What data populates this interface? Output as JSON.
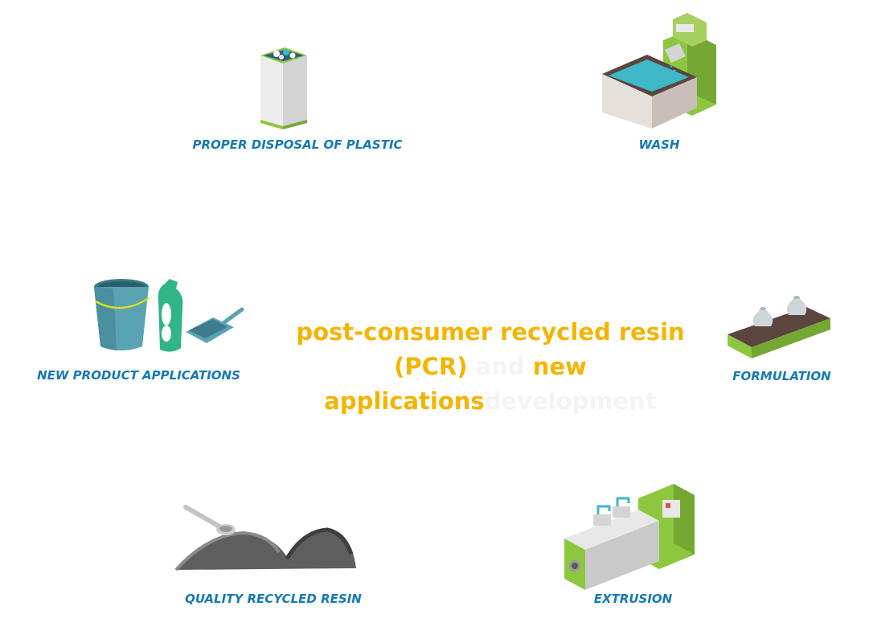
{
  "colors": {
    "label": "#1479b8",
    "highlight": "#f5b400",
    "faint_text": "#f4f4f4",
    "accent_green": "#8dc63f",
    "teal": "#3fb8c9"
  },
  "center_text": {
    "line1": "post-consumer recycled resin",
    "line2_highlight": "(PCR)",
    "line2_faint": "and",
    "line2_highlight_2": "new",
    "line3_highlight": "applications",
    "line3_faint": "development"
  },
  "steps": [
    {
      "label": "PROPER DISPOSAL OF PLASTIC",
      "icon": "recycling-bin-icon"
    },
    {
      "label": "WASH",
      "icon": "washing-machine-icon"
    },
    {
      "label": "FORMULATION",
      "icon": "conveyor-belt-icon"
    },
    {
      "label": "EXTRUSION",
      "icon": "extruder-machine-icon"
    },
    {
      "label": "QUALITY RECYCLED RESIN",
      "icon": "resin-pile-icon"
    },
    {
      "label": "NEW PRODUCT APPLICATIONS",
      "icon": "household-products-icon"
    }
  ]
}
